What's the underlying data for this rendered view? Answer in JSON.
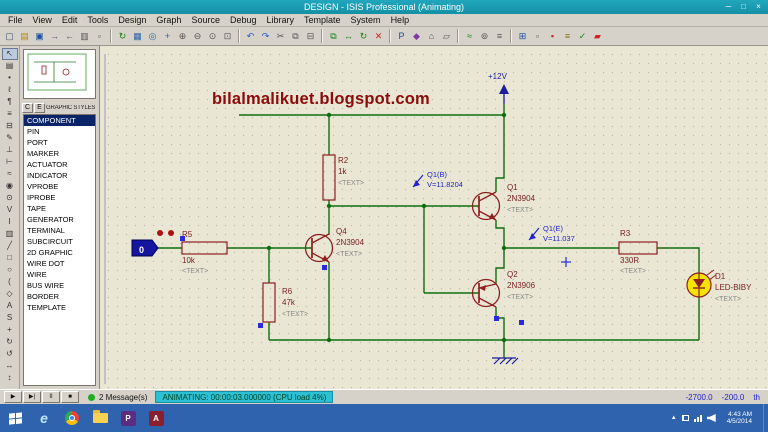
{
  "window": {
    "title": "DESIGN - ISIS Professional (Animating)",
    "controls": [
      {
        "n": "minimize-button",
        "g": "─"
      },
      {
        "n": "maximize-button",
        "g": "□"
      },
      {
        "n": "close-button",
        "g": "×"
      }
    ]
  },
  "menu": [
    {
      "n": "menu-file",
      "label": "File"
    },
    {
      "n": "menu-view",
      "label": "View"
    },
    {
      "n": "menu-edit",
      "label": "Edit"
    },
    {
      "n": "menu-tools",
      "label": "Tools"
    },
    {
      "n": "menu-design",
      "label": "Design"
    },
    {
      "n": "menu-graph",
      "label": "Graph"
    },
    {
      "n": "menu-source",
      "label": "Source"
    },
    {
      "n": "menu-debug",
      "label": "Debug"
    },
    {
      "n": "menu-library",
      "label": "Library"
    },
    {
      "n": "menu-template",
      "label": "Template"
    },
    {
      "n": "menu-system",
      "label": "System"
    },
    {
      "n": "menu-help",
      "label": "Help"
    }
  ],
  "toolbar": {
    "icons": [
      {
        "n": "new-design-button",
        "g": "▢",
        "c": "#41506b"
      },
      {
        "n": "open-design-button",
        "g": "▤",
        "c": "#b8860b"
      },
      {
        "n": "save-design-button",
        "g": "▣",
        "c": "#1c4fa0"
      },
      {
        "n": "import-section-button",
        "g": "→",
        "c": "#41506b"
      },
      {
        "n": "export-section-button",
        "g": "←",
        "c": "#41506b"
      },
      {
        "n": "print-button",
        "g": "▥",
        "c": "#555555"
      },
      {
        "n": "mark-output-area-button",
        "g": "▫",
        "c": "#555555"
      },
      {
        "n": "toolbar-separator",
        "g": "",
        "kind": "sep",
        "inter": "false"
      },
      {
        "n": "refresh-display-button",
        "g": "↻",
        "c": "#158015"
      },
      {
        "n": "toggle-grid-button",
        "g": "▦",
        "c": "#2d62a8"
      },
      {
        "n": "toggle-origin-button",
        "g": "◎",
        "c": "#2d62a8"
      },
      {
        "n": "center-at-cursor-button",
        "g": "+",
        "c": "#2d62a8"
      },
      {
        "n": "zoom-in-button",
        "g": "⊕",
        "c": "#555555"
      },
      {
        "n": "zoom-out-button",
        "g": "⊖",
        "c": "#555555"
      },
      {
        "n": "zoom-all-button",
        "g": "⊙",
        "c": "#555555"
      },
      {
        "n": "zoom-area-button",
        "g": "⊡",
        "c": "#555555"
      },
      {
        "n": "toolbar-separator",
        "g": "",
        "kind": "sep",
        "inter": "false"
      },
      {
        "n": "undo-button",
        "g": "↶",
        "c": "#2255cc"
      },
      {
        "n": "redo-button",
        "g": "↷",
        "c": "#2255cc"
      },
      {
        "n": "cut-button",
        "g": "✂",
        "c": "#555555"
      },
      {
        "n": "copy-button",
        "g": "⧉",
        "c": "#555555"
      },
      {
        "n": "paste-button",
        "g": "⊟",
        "c": "#555555"
      },
      {
        "n": "toolbar-separator",
        "g": "",
        "kind": "sep",
        "inter": "false"
      },
      {
        "n": "block-copy-button",
        "g": "⧉",
        "c": "#158015"
      },
      {
        "n": "block-move-button",
        "g": "↔",
        "c": "#158015"
      },
      {
        "n": "block-rotate-button",
        "g": "↻",
        "c": "#158015"
      },
      {
        "n": "block-delete-button",
        "g": "✕",
        "c": "#cc2222"
      },
      {
        "n": "toolbar-separator",
        "g": "",
        "kind": "sep",
        "inter": "false"
      },
      {
        "n": "pick-parts-button",
        "g": "P",
        "c": "#1c4fa0"
      },
      {
        "n": "make-device-button",
        "g": "◆",
        "c": "#7a3aa0"
      },
      {
        "n": "packaging-tool-button",
        "g": "⌂",
        "c": "#555555"
      },
      {
        "n": "decompose-button",
        "g": "▱",
        "c": "#555555"
      },
      {
        "n": "toolbar-separator",
        "g": "",
        "kind": "sep",
        "inter": "false"
      },
      {
        "n": "wire-autorouter-button",
        "g": "≈",
        "c": "#158015"
      },
      {
        "n": "search-tag-button",
        "g": "⊚",
        "c": "#555555"
      },
      {
        "n": "property-assignment-button",
        "g": "≡",
        "c": "#555555"
      },
      {
        "n": "toolbar-separator",
        "g": "",
        "kind": "sep",
        "inter": "false"
      },
      {
        "n": "design-explorer-button",
        "g": "⊞",
        "c": "#1c4fa0"
      },
      {
        "n": "new-sheet-button",
        "g": "▫",
        "c": "#555555"
      },
      {
        "n": "remove-sheet-button",
        "g": "▪",
        "c": "#cc2222"
      },
      {
        "n": "bill-of-materials-button",
        "g": "≡",
        "c": "#8a6a1a"
      },
      {
        "n": "electrical-rule-check-button",
        "g": "✓",
        "c": "#158015"
      },
      {
        "n": "netlist-to-ares-button",
        "g": "▰",
        "c": "#cc2222"
      }
    ]
  },
  "left_toolbar": {
    "icons": [
      {
        "n": "selection-mode",
        "g": "↖",
        "sel": "1"
      },
      {
        "n": "component-mode",
        "g": "▤"
      },
      {
        "n": "junction-dot-mode",
        "g": "•"
      },
      {
        "n": "wire-label-mode",
        "g": "ℓ"
      },
      {
        "n": "text-script-mode",
        "g": "¶"
      },
      {
        "n": "buses-mode",
        "g": "≡"
      },
      {
        "n": "subcircuit-mode",
        "g": "⊟"
      },
      {
        "n": "instant-edit-mode",
        "g": "✎"
      },
      {
        "n": "terminals-mode",
        "g": "⊥"
      },
      {
        "n": "device-pins-mode",
        "g": "⊢"
      },
      {
        "n": "graph-mode",
        "g": "≈"
      },
      {
        "n": "tape-recorder-mode",
        "g": "◉"
      },
      {
        "n": "generator-mode",
        "g": "⊙"
      },
      {
        "n": "voltage-probe-mode",
        "g": "V"
      },
      {
        "n": "current-probe-mode",
        "g": "I"
      },
      {
        "n": "virtual-instruments-mode",
        "g": "▥"
      },
      {
        "n": "2d-line-mode",
        "g": "╱"
      },
      {
        "n": "2d-box-mode",
        "g": "□"
      },
      {
        "n": "2d-circle-mode",
        "g": "○"
      },
      {
        "n": "2d-arc-mode",
        "g": "("
      },
      {
        "n": "2d-path-mode",
        "g": "◇"
      },
      {
        "n": "2d-text-mode",
        "g": "A"
      },
      {
        "n": "2d-symbol-mode",
        "g": "S"
      },
      {
        "n": "2d-marker-mode",
        "g": "+"
      },
      {
        "n": "rotate-clockwise-button",
        "g": "↻"
      },
      {
        "n": "rotate-anticlockwise-button",
        "g": "↺"
      },
      {
        "n": "x-mirror-button",
        "g": "↔"
      },
      {
        "n": "y-mirror-button",
        "g": "↕"
      }
    ]
  },
  "object_selector": {
    "pick_button": "C",
    "edit_button": "E",
    "header": "GRAPHIC STYLES",
    "items": [
      {
        "n": "style-component",
        "label": "COMPONENT",
        "sel": "1"
      },
      {
        "n": "style-pin",
        "label": "PIN"
      },
      {
        "n": "style-port",
        "label": "PORT"
      },
      {
        "n": "style-marker",
        "label": "MARKER"
      },
      {
        "n": "style-actuator",
        "label": "ACTUATOR"
      },
      {
        "n": "style-indicator",
        "label": "INDICATOR"
      },
      {
        "n": "style-vprobe",
        "label": "VPROBE"
      },
      {
        "n": "style-iprobe",
        "label": "IPROBE"
      },
      {
        "n": "style-tape",
        "label": "TAPE"
      },
      {
        "n": "style-generator",
        "label": "GENERATOR"
      },
      {
        "n": "style-terminal",
        "label": "TERMINAL"
      },
      {
        "n": "style-subcircuit",
        "label": "SUBCIRCUIT"
      },
      {
        "n": "style-2d-graphic",
        "label": "2D GRAPHIC"
      },
      {
        "n": "style-wire-dot",
        "label": "WIRE DOT"
      },
      {
        "n": "style-wire",
        "label": "WIRE"
      },
      {
        "n": "style-bus-wire",
        "label": "BUS WIRE"
      },
      {
        "n": "style-border",
        "label": "BORDER"
      },
      {
        "n": "style-template",
        "label": "TEMPLATE"
      }
    ]
  },
  "canvas": {
    "watermark": "bilalmalikuet.blogspot.com",
    "power_label": "+12V",
    "input_state": "0",
    "components": {
      "r2": {
        "ref": "R2",
        "value": "1k",
        "text": "<TEXT>"
      },
      "r5": {
        "ref": "R5",
        "value": "10k",
        "text": "<TEXT>"
      },
      "r6": {
        "ref": "R6",
        "value": "47k",
        "text": "<TEXT>"
      },
      "r3": {
        "ref": "R3",
        "value": "330R",
        "text": "<TEXT>"
      },
      "q4": {
        "ref": "Q4",
        "value": "2N3904",
        "text": "<TEXT>"
      },
      "q1": {
        "ref": "Q1",
        "value": "2N3904",
        "text": "<TEXT>"
      },
      "q2": {
        "ref": "Q2",
        "value": "2N3906",
        "text": "<TEXT>"
      },
      "d1": {
        "ref": "D1",
        "value": "LED-BIBY",
        "text": "<TEXT>"
      }
    },
    "probes": {
      "p1": {
        "name": "Q1(B)",
        "value": "V=11.8204"
      },
      "p2": {
        "name": "Q1(E)",
        "value": "V=11.037"
      }
    }
  },
  "statusbar": {
    "playback": [
      {
        "n": "play-button",
        "g": "▶"
      },
      {
        "n": "step-button",
        "g": "▶|"
      },
      {
        "n": "pause-button",
        "g": "II"
      },
      {
        "n": "stop-button",
        "g": "■"
      }
    ],
    "messages": "2 Message(s)",
    "animating": "ANIMATING: 00:00:03.000000 (CPU load 4%)",
    "coord_x": "-2700.0",
    "coord_y": "-200.0",
    "coord_units": "th"
  },
  "taskbar": {
    "clock_time": "4:43 AM",
    "clock_date": "4/5/2014"
  },
  "colors": {
    "titlebar": "#1b9cb4",
    "wire_green": "#0e6e0e",
    "component_maroon": "#8e1f1f",
    "probe_blue": "#2222cc",
    "canvas_bg": "#e9e7d4",
    "selection_bg": "#0a246a",
    "taskbar_blue": "#2f63ae",
    "animating_bg": "#2cc0d4",
    "led_yellow": "#f5e400"
  }
}
